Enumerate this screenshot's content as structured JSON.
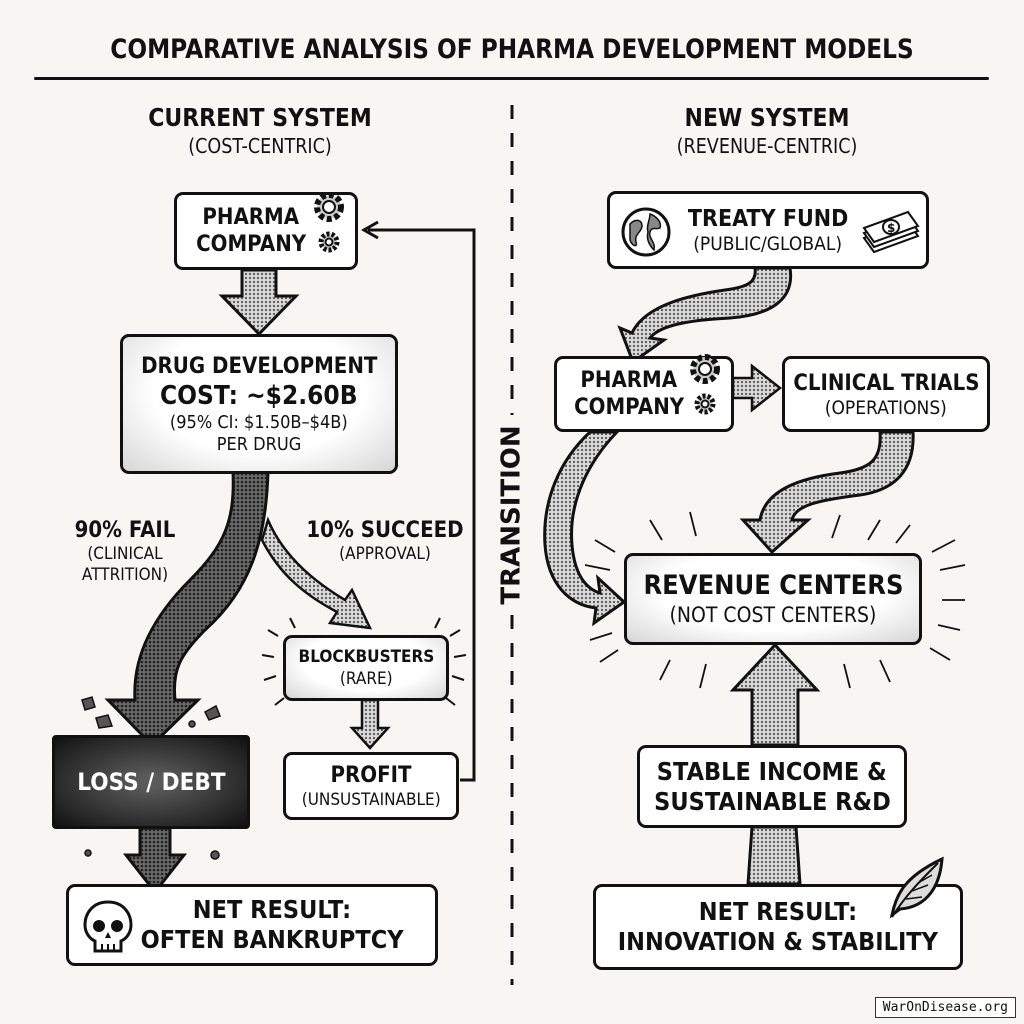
{
  "title": "COMPARATIVE ANALYSIS OF PHARMA DEVELOPMENT MODELS",
  "divider_label": "TRANSITION",
  "watermark": "WarOnDisease.org",
  "current": {
    "heading": "CURRENT SYSTEM",
    "subheading": "(COST-CENTRIC)",
    "pharma": {
      "line1": "PHARMA",
      "line2": "COMPANY",
      "icon": "gears-icon"
    },
    "cost": {
      "line1": "DRUG DEVELOPMENT",
      "line2": "COST: ~$2.60B",
      "line3": "(95% CI: $1.50B–$4B)",
      "line4": "PER DRUG"
    },
    "fail": {
      "pct": "90% FAIL",
      "line2": "(CLINICAL",
      "line3": "ATTRITION)"
    },
    "succeed": {
      "pct": "10% SUCCEED",
      "line2": "(APPROVAL)"
    },
    "blockbusters": {
      "line1": "BLOCKBUSTERS",
      "line2": "(RARE)"
    },
    "profit": {
      "line1": "PROFIT",
      "line2": "(UNSUSTAINABLE)"
    },
    "loss": {
      "line1": "LOSS / DEBT"
    },
    "net": {
      "line1": "NET RESULT:",
      "line2": "OFTEN BANKRUPTCY",
      "icon": "skull-icon"
    }
  },
  "new": {
    "heading": "NEW SYSTEM",
    "subheading": "(REVENUE-CENTRIC)",
    "fund": {
      "line1": "TREATY FUND",
      "line2": "(PUBLIC/GLOBAL)",
      "icon_left": "globe-icon",
      "icon_right": "money-icon"
    },
    "pharma": {
      "line1": "PHARMA",
      "line2": "COMPANY",
      "icon": "gears-icon"
    },
    "trials": {
      "line1": "CLINICAL TRIALS",
      "line2": "(OPERATIONS)"
    },
    "revenue": {
      "line1": "REVENUE CENTERS",
      "line2": "(NOT COST CENTERS)"
    },
    "stable": {
      "line1": "STABLE INCOME &",
      "line2": "SUSTAINABLE R&D"
    },
    "net": {
      "line1": "NET RESULT:",
      "line2": "INNOVATION & STABILITY",
      "icon": "leaf-icon"
    }
  }
}
